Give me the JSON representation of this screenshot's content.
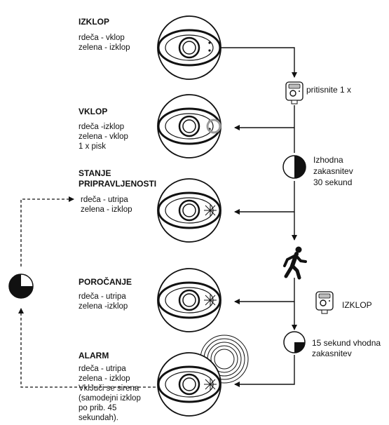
{
  "states": [
    {
      "title": "IZKLOP",
      "lines": [
        "rdeča - vklop",
        "zelena - izklop"
      ]
    },
    {
      "title": "VKLOP",
      "lines": [
        "rdeča -izklop",
        "zelena - vklop",
        "1 x pisk"
      ]
    },
    {
      "title": "STANJE\nPRIPRAVLJENOSTI",
      "lines": [
        "rdeča - utripa",
        "zelena - izklop"
      ]
    },
    {
      "title": "POROČANJE",
      "lines": [
        "rdeča - utripa",
        "zelena -izklop"
      ]
    },
    {
      "title": "ALARM",
      "lines": [
        "rdeča - utripa",
        "zelena - izklop",
        "VklJuči se sirena",
        "(samodejni izklop",
        "po prib. 45",
        "sekundah)."
      ]
    }
  ],
  "steps": {
    "press": "pritisnite 1 x",
    "exit_delay": [
      "Izhodna",
      "zakasnitev",
      "30 sekund"
    ],
    "remote_off": "IZKLOP",
    "entry_delay": [
      "15 sekund vhodna",
      "zakasnitev"
    ]
  },
  "colors": {
    "line": "#111111",
    "fill": "#ffffff",
    "accent_ring": "#9a9a9a"
  },
  "icons": [
    "device-icon",
    "remote-icon",
    "timer-icon",
    "walking-person-icon",
    "siren-waves-icon"
  ]
}
